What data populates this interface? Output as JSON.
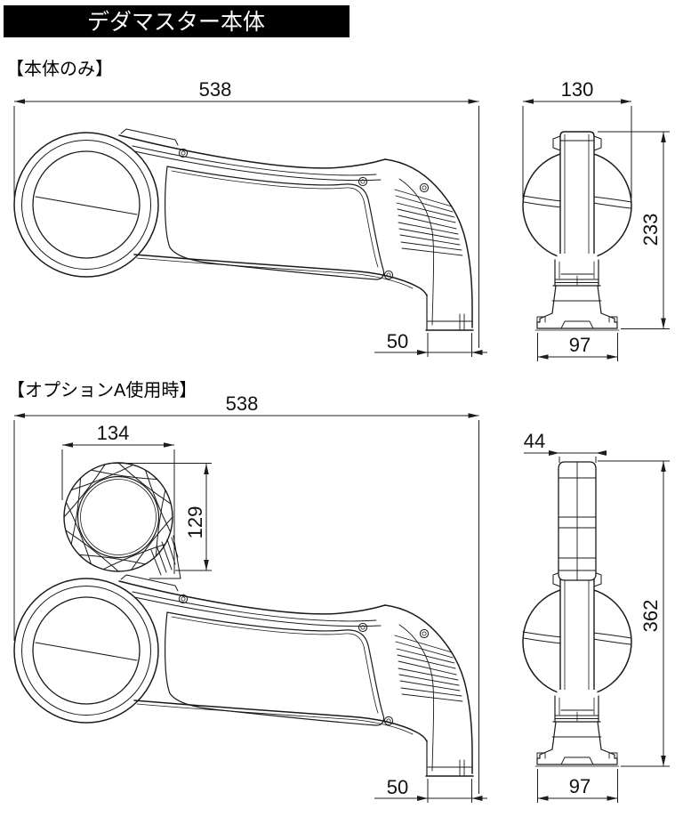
{
  "header": {
    "title": "デダマスター本体",
    "bg_color": "#000000",
    "text_color": "#ffffff"
  },
  "drawing": {
    "line_color": "#1a1a1a",
    "dim_color": "#1c1c1c",
    "background": "#ffffff"
  },
  "sections": [
    {
      "label": "【本体のみ】",
      "side_view": {
        "dims": {
          "overall_width": "538",
          "foot_width": "50"
        }
      },
      "front_view": {
        "dims": {
          "overall_width": "130",
          "overall_height": "233",
          "base_width": "97"
        }
      }
    },
    {
      "label": "【オプションA使用時】",
      "side_view": {
        "dims": {
          "overall_width": "538",
          "option_width": "134",
          "option_height": "129",
          "foot_width": "50"
        }
      },
      "front_view": {
        "dims": {
          "top_width": "44",
          "overall_height": "362",
          "base_width": "97"
        }
      }
    }
  ]
}
